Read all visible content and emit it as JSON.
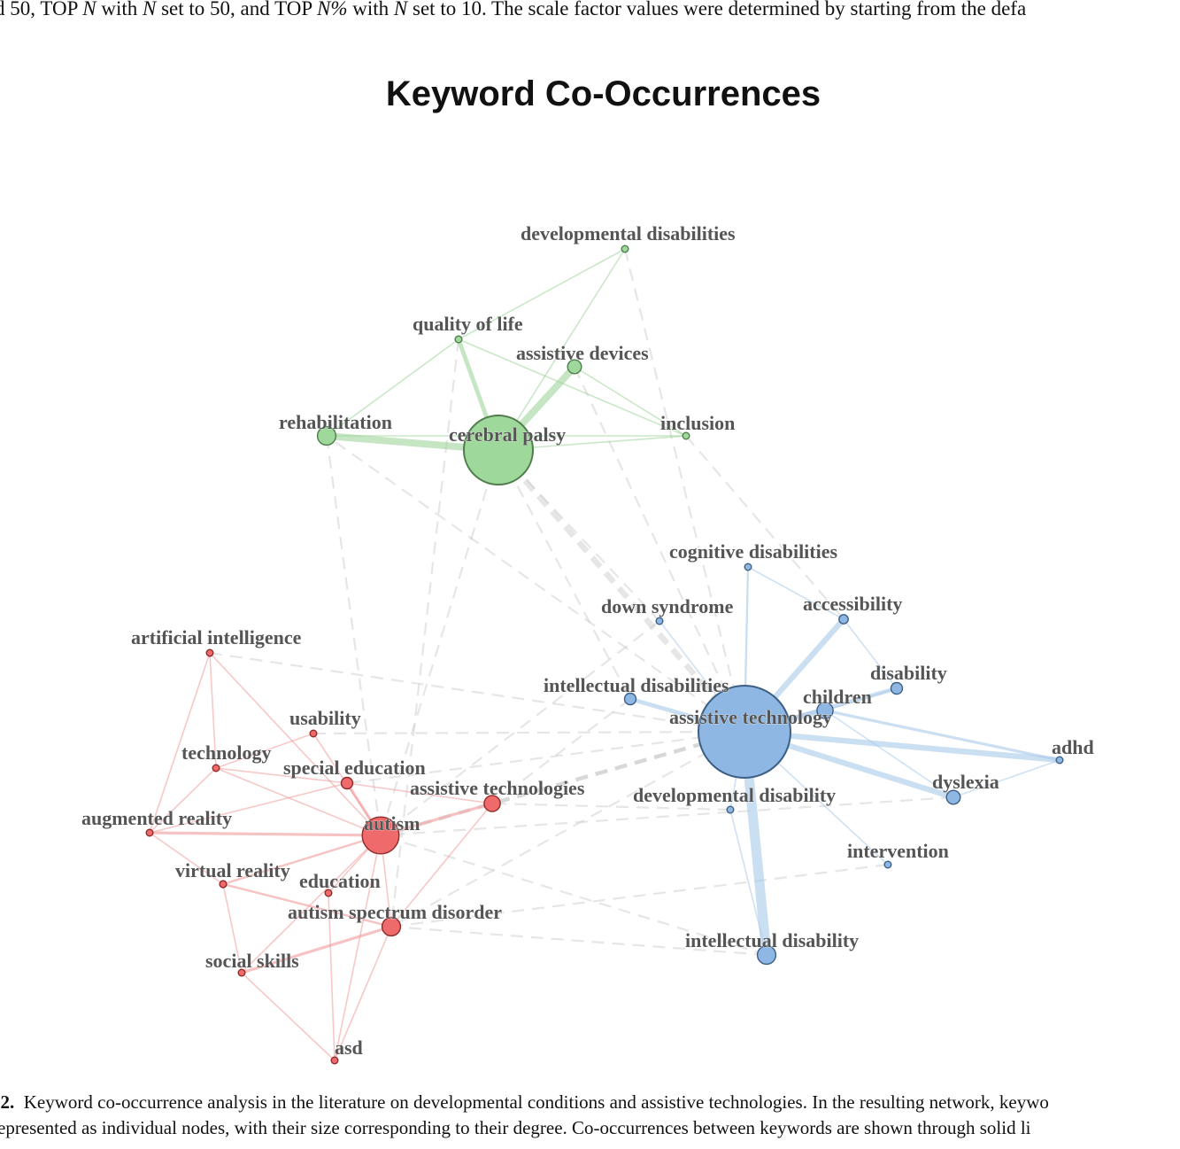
{
  "page": {
    "top_text_parts": [
      {
        "text": "d 50, TOP ",
        "italic": false
      },
      {
        "text": "N",
        "italic": true
      },
      {
        "text": " with ",
        "italic": false
      },
      {
        "text": "N",
        "italic": true
      },
      {
        "text": " set to 50, and TOP ",
        "italic": false
      },
      {
        "text": "N%",
        "italic": true
      },
      {
        "text": " with ",
        "italic": false
      },
      {
        "text": "N",
        "italic": true
      },
      {
        "text": " set to 10. The scale factor values were determined by starting from the defa",
        "italic": false
      }
    ],
    "figure_title": "Keyword Co-Occurrences",
    "caption": {
      "label": ". 2.",
      "line1": "Keyword co-occurrence analysis in the literature on developmental conditions and assistive technologies. In the resulting network, keywo",
      "line2": "represented as individual nodes, with their size corresponding to their degree. Co-occurrences between keywords are shown through solid li"
    }
  },
  "network": {
    "cluster_colors": {
      "green": {
        "fill": "#9ed89a",
        "stroke": "#4f7d4c",
        "edge": "#9fd49b"
      },
      "red": {
        "fill": "#ef6b6b",
        "stroke": "#8e2a2a",
        "edge": "#f09a9a"
      },
      "blue": {
        "fill": "#8fb7e3",
        "stroke": "#3c5f85",
        "edge": "#a9c9ea"
      }
    },
    "nodes": [
      {
        "id": "developmental disabilities",
        "cluster": "green",
        "degree": 1
      },
      {
        "id": "quality of life",
        "cluster": "green",
        "degree": 1
      },
      {
        "id": "assistive devices",
        "cluster": "green",
        "degree": 3
      },
      {
        "id": "rehabilitation",
        "cluster": "green",
        "degree": 4
      },
      {
        "id": "cerebral palsy",
        "cluster": "green",
        "degree": 15
      },
      {
        "id": "inclusion",
        "cluster": "green",
        "degree": 1
      },
      {
        "id": "cognitive disabilities",
        "cluster": "blue",
        "degree": 1
      },
      {
        "id": "down syndrome",
        "cluster": "blue",
        "degree": 1
      },
      {
        "id": "accessibility",
        "cluster": "blue",
        "degree": 2
      },
      {
        "id": "disability",
        "cluster": "blue",
        "degree": 2.5
      },
      {
        "id": "children",
        "cluster": "blue",
        "degree": 3.5
      },
      {
        "id": "intellectual disabilities",
        "cluster": "blue",
        "degree": 2.5
      },
      {
        "id": "assistive technology",
        "cluster": "blue",
        "degree": 20
      },
      {
        "id": "adhd",
        "cluster": "blue",
        "degree": 1
      },
      {
        "id": "dyslexia",
        "cluster": "blue",
        "degree": 3
      },
      {
        "id": "developmental disability",
        "cluster": "blue",
        "degree": 1
      },
      {
        "id": "intervention",
        "cluster": "blue",
        "degree": 1
      },
      {
        "id": "intellectual disability",
        "cluster": "blue",
        "degree": 4
      },
      {
        "id": "artificial intelligence",
        "cluster": "red",
        "degree": 1
      },
      {
        "id": "usability",
        "cluster": "red",
        "degree": 1
      },
      {
        "id": "technology",
        "cluster": "red",
        "degree": 1
      },
      {
        "id": "special education",
        "cluster": "red",
        "degree": 2.5
      },
      {
        "id": "assistive technologies",
        "cluster": "red",
        "degree": 3.5
      },
      {
        "id": "augmented reality",
        "cluster": "red",
        "degree": 1
      },
      {
        "id": "autism",
        "cluster": "red",
        "degree": 8
      },
      {
        "id": "virtual reality",
        "cluster": "red",
        "degree": 1.5
      },
      {
        "id": "education",
        "cluster": "red",
        "degree": 1
      },
      {
        "id": "autism spectrum disorder",
        "cluster": "red",
        "degree": 4
      },
      {
        "id": "social skills",
        "cluster": "red",
        "degree": 1
      },
      {
        "id": "asd",
        "cluster": "red",
        "degree": 1
      }
    ],
    "edges": [
      {
        "source": "cerebral palsy",
        "target": "rehabilitation",
        "weight": 5
      },
      {
        "source": "cerebral palsy",
        "target": "assistive devices",
        "weight": 5
      },
      {
        "source": "cerebral palsy",
        "target": "quality of life",
        "weight": 3
      },
      {
        "source": "cerebral palsy",
        "target": "developmental disabilities",
        "weight": 1
      },
      {
        "source": "cerebral palsy",
        "target": "inclusion",
        "weight": 1
      },
      {
        "source": "rehabilitation",
        "target": "quality of life",
        "weight": 1
      },
      {
        "source": "rehabilitation",
        "target": "inclusion",
        "weight": 1
      },
      {
        "source": "quality of life",
        "target": "inclusion",
        "weight": 1
      },
      {
        "source": "assistive devices",
        "target": "inclusion",
        "weight": 1
      },
      {
        "source": "developmental disabilities",
        "target": "quality of life",
        "weight": 1
      },
      {
        "source": "assistive technology",
        "target": "intellectual disability",
        "weight": 7
      },
      {
        "source": "assistive technology",
        "target": "accessibility",
        "weight": 4
      },
      {
        "source": "assistive technology",
        "target": "adhd",
        "weight": 4
      },
      {
        "source": "assistive technology",
        "target": "dyslexia",
        "weight": 4
      },
      {
        "source": "assistive technology",
        "target": "children",
        "weight": 4
      },
      {
        "source": "assistive technology",
        "target": "disability",
        "weight": 3
      },
      {
        "source": "assistive technology",
        "target": "intellectual disabilities",
        "weight": 3
      },
      {
        "source": "assistive technology",
        "target": "cognitive disabilities",
        "weight": 1.5
      },
      {
        "source": "assistive technology",
        "target": "down syndrome",
        "weight": 1
      },
      {
        "source": "assistive technology",
        "target": "developmental disability",
        "weight": 1
      },
      {
        "source": "assistive technology",
        "target": "intervention",
        "weight": 1
      },
      {
        "source": "children",
        "target": "adhd",
        "weight": 2
      },
      {
        "source": "children",
        "target": "disability",
        "weight": 1
      },
      {
        "source": "children",
        "target": "dyslexia",
        "weight": 1
      },
      {
        "source": "accessibility",
        "target": "disability",
        "weight": 1
      },
      {
        "source": "cognitive disabilities",
        "target": "accessibility",
        "weight": 1
      },
      {
        "source": "dyslexia",
        "target": "adhd",
        "weight": 1
      },
      {
        "source": "developmental disability",
        "target": "intellectual disability",
        "weight": 1
      },
      {
        "source": "autism",
        "target": "assistive technologies",
        "weight": 2
      },
      {
        "source": "autism",
        "target": "augmented reality",
        "weight": 2
      },
      {
        "source": "autism",
        "target": "special education",
        "weight": 2
      },
      {
        "source": "autism",
        "target": "virtual reality",
        "weight": 1.5
      },
      {
        "source": "autism",
        "target": "technology",
        "weight": 1
      },
      {
        "source": "autism",
        "target": "social skills",
        "weight": 1
      },
      {
        "source": "autism",
        "target": "asd",
        "weight": 1
      },
      {
        "source": "autism",
        "target": "education",
        "weight": 1
      },
      {
        "source": "autism",
        "target": "usability",
        "weight": 1
      },
      {
        "source": "autism",
        "target": "artificial intelligence",
        "weight": 1
      },
      {
        "source": "autism",
        "target": "autism spectrum disorder",
        "weight": 1
      },
      {
        "source": "autism spectrum disorder",
        "target": "social skills",
        "weight": 2
      },
      {
        "source": "autism spectrum disorder",
        "target": "virtual reality",
        "weight": 1.5
      },
      {
        "source": "autism spectrum disorder",
        "target": "asd",
        "weight": 1
      },
      {
        "source": "autism spectrum disorder",
        "target": "assistive technologies",
        "weight": 1
      },
      {
        "source": "special education",
        "target": "technology",
        "weight": 1
      },
      {
        "source": "special education",
        "target": "assistive technologies",
        "weight": 1
      },
      {
        "source": "special education",
        "target": "augmented reality",
        "weight": 1
      },
      {
        "source": "augmented reality",
        "target": "virtual reality",
        "weight": 1
      },
      {
        "source": "augmented reality",
        "target": "technology",
        "weight": 1
      },
      {
        "source": "augmented reality",
        "target": "artificial intelligence",
        "weight": 1
      },
      {
        "source": "technology",
        "target": "artificial intelligence",
        "weight": 1
      },
      {
        "source": "virtual reality",
        "target": "social skills",
        "weight": 1
      },
      {
        "source": "social skills",
        "target": "asd",
        "weight": 1
      },
      {
        "source": "education",
        "target": "asd",
        "weight": 1
      },
      {
        "source": "technology",
        "target": "usability",
        "weight": 1
      }
    ],
    "inter_cluster_edges": [
      {
        "source": "cerebral palsy",
        "target": "assistive technology",
        "weight": 3
      },
      {
        "source": "assistive technology",
        "target": "autism",
        "weight": 2
      },
      {
        "source": "assistive technology",
        "target": "assistive technologies",
        "weight": 2
      },
      {
        "source": "assistive technology",
        "target": "special education",
        "weight": 1
      },
      {
        "source": "assistive technology",
        "target": "autism spectrum disorder",
        "weight": 1
      },
      {
        "source": "assistive technology",
        "target": "rehabilitation",
        "weight": 1
      },
      {
        "source": "cerebral palsy",
        "target": "autism",
        "weight": 1
      },
      {
        "source": "cerebral palsy",
        "target": "down syndrome",
        "weight": 1
      },
      {
        "source": "cerebral palsy",
        "target": "intellectual disabilities",
        "weight": 1
      },
      {
        "source": "developmental disabilities",
        "target": "assistive technology",
        "weight": 1
      },
      {
        "source": "assistive devices",
        "target": "assistive technology",
        "weight": 1
      },
      {
        "source": "intellectual disability",
        "target": "autism",
        "weight": 1
      },
      {
        "source": "intellectual disability",
        "target": "autism spectrum disorder",
        "weight": 1
      },
      {
        "source": "down syndrome",
        "target": "autism",
        "weight": 1
      },
      {
        "source": "intellectual disabilities",
        "target": "assistive technologies",
        "weight": 1
      },
      {
        "source": "rehabilitation",
        "target": "autism",
        "weight": 1
      },
      {
        "source": "inclusion",
        "target": "accessibility",
        "weight": 1
      },
      {
        "source": "developmental disability",
        "target": "assistive technologies",
        "weight": 1
      },
      {
        "source": "artificial intelligence",
        "target": "assistive technology",
        "weight": 1
      },
      {
        "source": "dyslexia",
        "target": "autism",
        "weight": 1
      },
      {
        "source": "usability",
        "target": "assistive technology",
        "weight": 1
      },
      {
        "source": "quality of life",
        "target": "autism spectrum disorder",
        "weight": 1
      },
      {
        "source": "intervention",
        "target": "autism spectrum disorder",
        "weight": 1
      }
    ]
  }
}
